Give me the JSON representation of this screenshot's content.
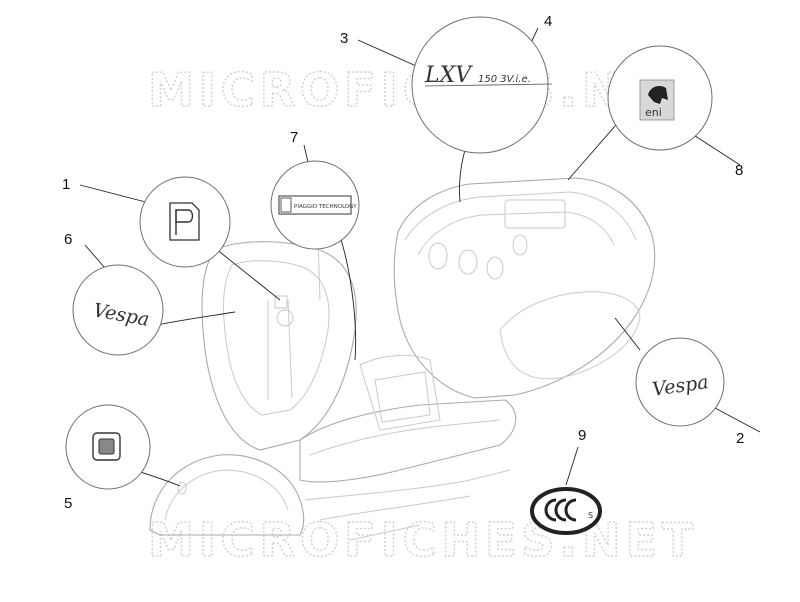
{
  "watermark": {
    "top_text": "MICROFICHES.NET",
    "bottom_text": "MICROFICHES.NET"
  },
  "callouts": [
    {
      "id": "1",
      "label": "1"
    },
    {
      "id": "2",
      "label": "2"
    },
    {
      "id": "3",
      "label": "3"
    },
    {
      "id": "4",
      "label": "4"
    },
    {
      "id": "5",
      "label": "5"
    },
    {
      "id": "6",
      "label": "6"
    },
    {
      "id": "7",
      "label": "7"
    },
    {
      "id": "8",
      "label": "8"
    },
    {
      "id": "9",
      "label": "9"
    }
  ],
  "badges": {
    "lxv_script": "LXV",
    "lxv_suffix": "150 3V.i.e.",
    "technology_plate": "PIAGGIO TECHNOLOGY",
    "eni_label": "eni",
    "vespa_script": "Vespa",
    "ccc_label": "CCC",
    "ccc_suffix": "S"
  },
  "colors": {
    "line_light": "#c9c9cf",
    "line_dark": "#222222",
    "watermark": "#cfcfcf",
    "circle_stroke": "#6f6f6f"
  }
}
